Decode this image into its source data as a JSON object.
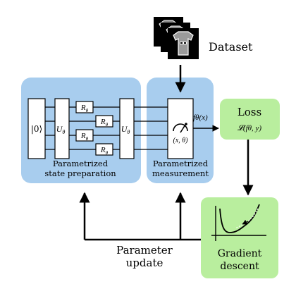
{
  "colors": {
    "blue_panel": "#a8cdee",
    "green_panel": "#b9ee9e",
    "line": "#000000",
    "box_fill": "#ffffff",
    "shirt_fill": "#8c8c8c"
  },
  "dataset": {
    "label": "Dataset",
    "icon": "tshirt-image-stack-icon",
    "image_count": 3
  },
  "state_prep": {
    "label_line1": "Parametrized",
    "label_line2": "state preparation",
    "init_state": "|0⟩",
    "u_label": "U",
    "u_sub": "θ",
    "r_label": "R",
    "r_sub": "θ",
    "rotation_gate_count": 4,
    "qubit_count": 4
  },
  "measurement": {
    "label_line1": "Parametrized",
    "label_line2": "measurement",
    "gate_label": "(x, θ)",
    "icon": "meter-icon"
  },
  "output": {
    "label": "fθ(x)"
  },
  "loss": {
    "title": "Loss",
    "expr": "𝓛(fθ, y)"
  },
  "gradient": {
    "line1": "Gradient",
    "line2": "descent",
    "icon": "loss-curve-icon"
  },
  "param_update": {
    "line1": "Parameter",
    "line2": "update"
  }
}
